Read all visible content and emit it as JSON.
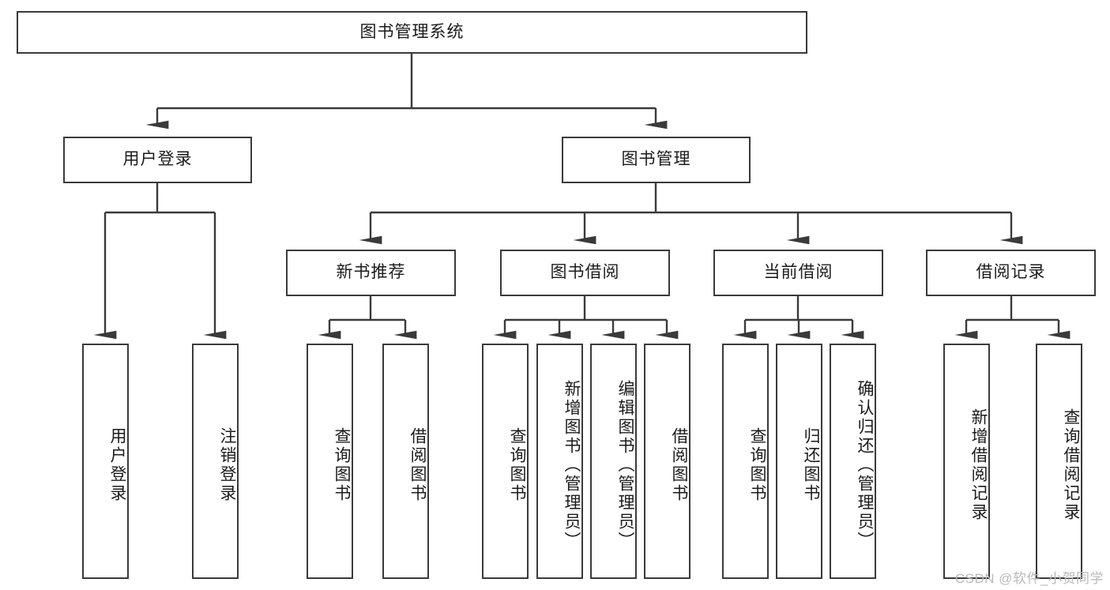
{
  "diagram": {
    "type": "tree-hierarchy",
    "title": "图书管理系统",
    "colors": {
      "node_border": "#3a3a3a",
      "node_fill": "#ffffff",
      "edge": "#3a3a3a",
      "background": "#ffffff",
      "watermark": "#b9b9b9"
    },
    "root": {
      "label": "图书管理系统"
    },
    "level1": [
      {
        "label": "用户登录"
      },
      {
        "label": "图书管理"
      }
    ],
    "level2": [
      {
        "label": "新书推荐"
      },
      {
        "label": "图书借阅"
      },
      {
        "label": "当前借阅"
      },
      {
        "label": "借阅记录"
      }
    ],
    "leaves": {
      "user_login": [
        {
          "label": "用户登录"
        },
        {
          "label": "注销登录"
        }
      ],
      "new_book_recommend": [
        {
          "label": "查询图书"
        },
        {
          "label": "借阅图书"
        }
      ],
      "book_borrow": [
        {
          "label": "查询图书"
        },
        {
          "label": "新增图书（管理员）"
        },
        {
          "label": "编辑图书（管理员）"
        },
        {
          "label": "借阅图书"
        }
      ],
      "current_borrow": [
        {
          "label": "查询图书"
        },
        {
          "label": "归还图书"
        },
        {
          "label": "确认归还（管理员）"
        }
      ],
      "borrow_records": [
        {
          "label": "新增借阅记录"
        },
        {
          "label": "查询借阅记录"
        }
      ]
    }
  },
  "watermark": {
    "text": "CSDN @软件_小贺同学"
  }
}
